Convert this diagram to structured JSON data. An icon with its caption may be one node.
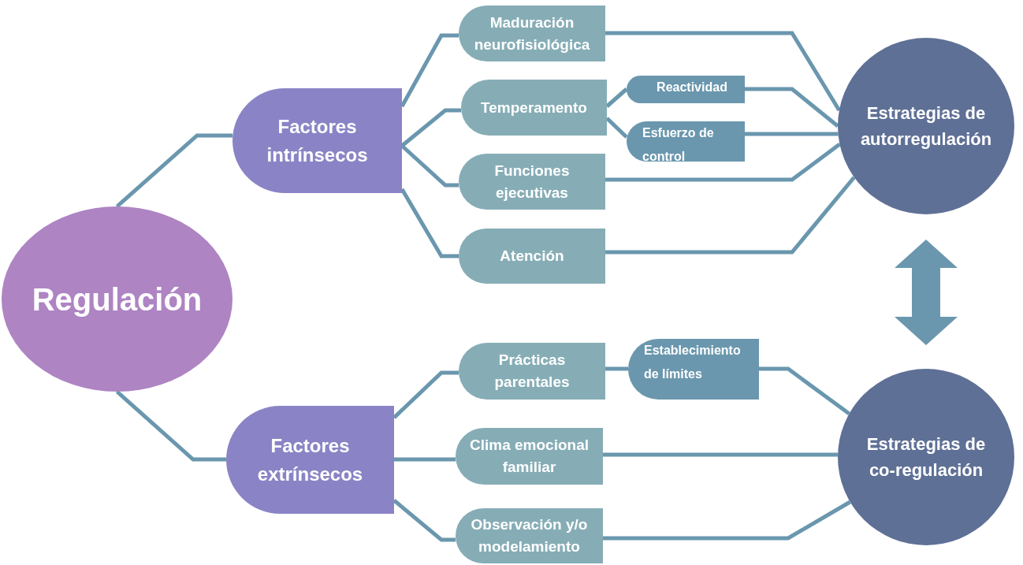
{
  "diagram": {
    "nodes": [
      {
        "text": [
          "Regulación"
        ]
      },
      {
        "text": [
          "Factores intrínsecos"
        ]
      },
      {
        "text": [
          "Factores extrínsecos"
        ]
      },
      {
        "text": [
          "Maduración neurofisiológica"
        ]
      },
      {
        "text": [
          "Temperamento"
        ]
      },
      {
        "text": [
          "Reactividad"
        ]
      },
      {
        "text": [
          "Esfuerzo de control"
        ]
      },
      {
        "text": [
          "Funciones ejecutivas"
        ]
      },
      {
        "text": [
          "Atención"
        ]
      },
      {
        "text": [
          "Estrategias de autorregulación"
        ]
      },
      {
        "text": [
          "Prácticas parentales"
        ]
      },
      {
        "text": [
          "Establecimiento de límites"
        ]
      },
      {
        "text": [
          "Clima emocional familiar"
        ]
      },
      {
        "text": [
          "Observación y/o modelamiento"
        ]
      },
      {
        "text": [
          "Estrategias de co-regulación"
        ]
      }
    ],
    "edges": [
      {
        "from": 0,
        "to": 1,
        "arrow": "none"
      },
      {
        "from": 0,
        "to": 2,
        "arrow": "none"
      },
      {
        "from": 1,
        "to": 3,
        "arrow": "none"
      },
      {
        "from": 1,
        "to": 4,
        "arrow": "none"
      },
      {
        "from": 1,
        "to": 7,
        "arrow": "none"
      },
      {
        "from": 1,
        "to": 8,
        "arrow": "none"
      },
      {
        "from": 4,
        "to": 5,
        "arrow": "none"
      },
      {
        "from": 4,
        "to": 6,
        "arrow": "none"
      },
      {
        "from": 3,
        "to": 9,
        "arrow": "none"
      },
      {
        "from": 5,
        "to": 9,
        "arrow": "none"
      },
      {
        "from": 6,
        "to": 9,
        "arrow": "none"
      },
      {
        "from": 7,
        "to": 9,
        "arrow": "none"
      },
      {
        "from": 8,
        "to": 9,
        "arrow": "none"
      },
      {
        "from": 2,
        "to": 10,
        "arrow": "none"
      },
      {
        "from": 2,
        "to": 12,
        "arrow": "none"
      },
      {
        "from": 2,
        "to": 13,
        "arrow": "none"
      },
      {
        "from": 10,
        "to": 11,
        "arrow": "none"
      },
      {
        "from": 11,
        "to": 14,
        "arrow": "none"
      },
      {
        "from": 12,
        "to": 14,
        "arrow": "none"
      },
      {
        "from": 13,
        "to": 14,
        "arrow": "none"
      },
      {
        "from": 9,
        "to": 14,
        "arrow": "both",
        "style": "thick"
      }
    ]
  }
}
